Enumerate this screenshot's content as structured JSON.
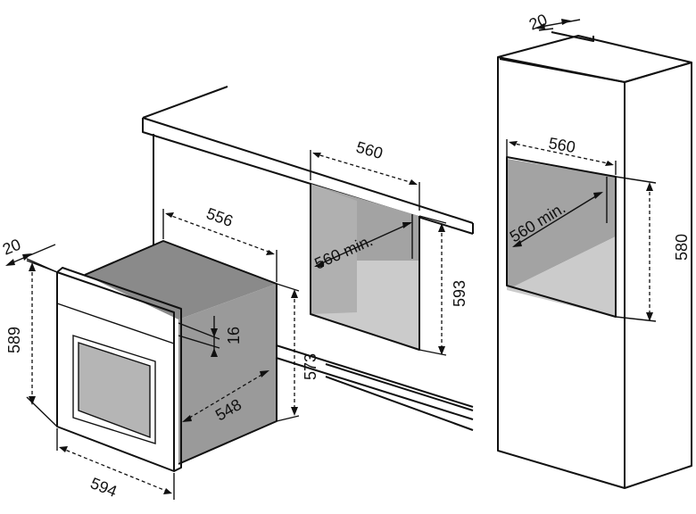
{
  "colors": {
    "outline": "#111111",
    "cavity_dark": "#a3a3a3",
    "cavity_light": "#cbcbcb",
    "oven_top": "#8a8a8a",
    "oven_side": "#9a9a9a",
    "oven_window": "#b5b5b5",
    "background": "#ffffff"
  },
  "dimensions": {
    "tall_depth": "20",
    "tall_width": "560",
    "tall_height": "580",
    "tall_depth_min": "560 min.",
    "under_width": "560",
    "under_height": "593",
    "under_depth_min": "560 min.",
    "oven_front_depth": "20",
    "oven_front_height": "589",
    "oven_width": "594",
    "oven_body_width": "556",
    "oven_top_offset": "16",
    "oven_body_height": "573",
    "oven_depth": "548"
  }
}
